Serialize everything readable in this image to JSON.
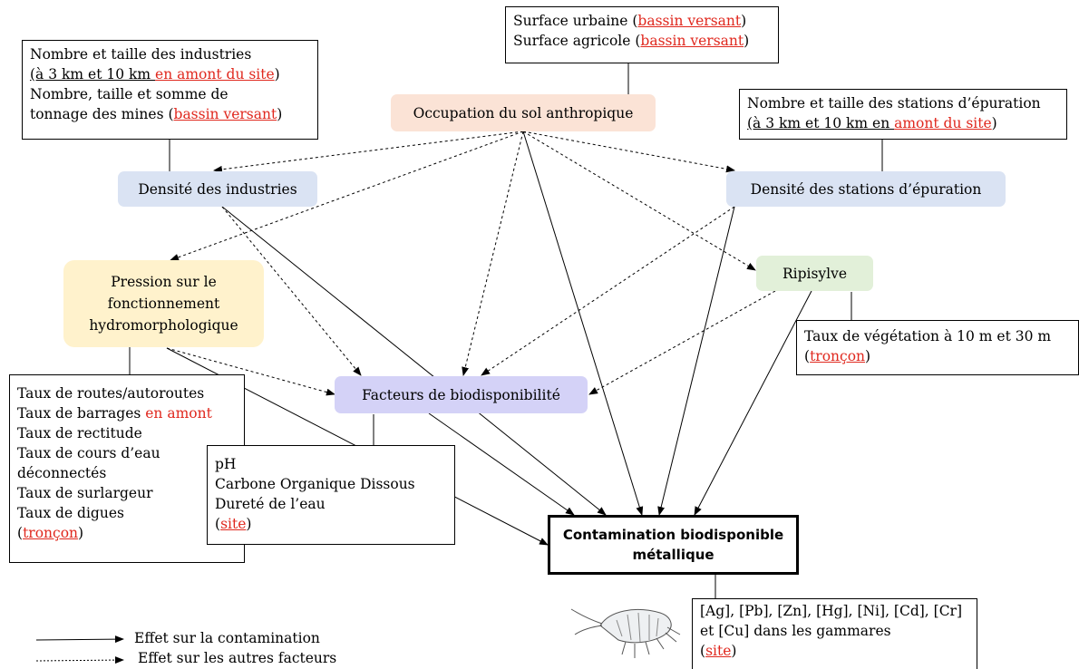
{
  "nodes": {
    "occupation": "Occupation du sol anthropique",
    "industries": "Densité des industries",
    "stations": "Densité des stations d’épuration",
    "pression": [
      "Pression sur le",
      "fonctionnement",
      "hydromorphologique"
    ],
    "ripisylve": "Ripisylve",
    "facteurs": "Facteurs de biodisponibilité",
    "contamination": [
      "Contamination biodisponible",
      "métallique"
    ]
  },
  "boxes": {
    "surface": {
      "l1a": "Surface urbaine (",
      "l1b": "bassin versant",
      "l1c": ")",
      "l2a": "Surface agricole (",
      "l2b": "bassin versant",
      "l2c": ")"
    },
    "industries": {
      "l1": "Nombre et taille des industries",
      "l2a": "(à 3 km et 10 km ",
      "l2b": "en amont du site",
      "l2c": ")",
      "l3": "Nombre, taille et somme de",
      "l4a": "tonnage des mines (",
      "l4b": "bassin versant",
      "l4c": ")"
    },
    "stations": {
      "l1": "Nombre et taille des stations d’épuration",
      "l2a": "(à 3 km et 10 km en ",
      "l2b": "amont du site",
      "l2c": ")"
    },
    "vegetation": {
      "l1": "Taux de végétation à 10 m et 30 m",
      "l2a": "(",
      "l2b": "tronçon",
      "l2c": ")"
    },
    "hydro": {
      "l1": "Taux de routes/autoroutes",
      "l2a": "Taux de barrages ",
      "l2b": "en amont",
      "l3": "Taux de rectitude",
      "l4": "Taux de cours d’eau",
      "l5": "déconnectés",
      "l6": "Taux de surlargeur",
      "l7": "Taux de digues",
      "l8a": "(",
      "l8b": "tronçon",
      "l8c": ")"
    },
    "bio": {
      "l1": "pH",
      "l2": "Carbone Organique Dissous",
      "l3": "Dureté de l’eau",
      "l4a": "(",
      "l4b": "site",
      "l4c": ")"
    },
    "metals": {
      "l1": "[Ag], [Pb], [Zn], [Hg], [Ni], [Cd], [Cr]",
      "l2": "et [Cu] dans les gammares",
      "l3a": "(",
      "l3b": "site",
      "l3c": ")"
    }
  },
  "legend": {
    "solid": "Effet sur la contamination",
    "dashed": "Effet sur les autres facteurs"
  },
  "colors": {
    "occupation": "#fbe3d6",
    "industries": "#dae3f3",
    "stations": "#dae3f3",
    "pression": "#fff2cc",
    "ripisylve": "#e2f0d9",
    "facteurs": "#d4d2f7",
    "highlight": "#e0281e"
  },
  "icons": [
    "gammarus-illustration"
  ]
}
